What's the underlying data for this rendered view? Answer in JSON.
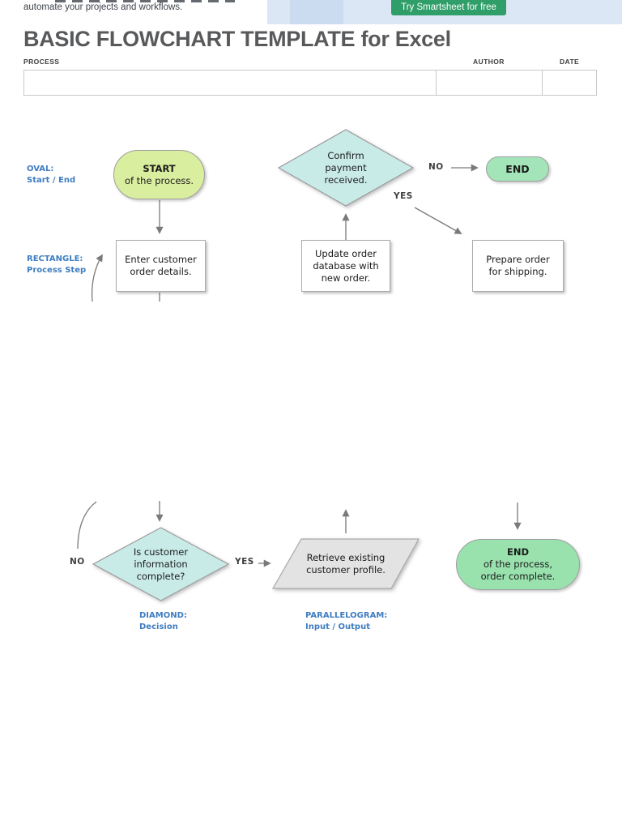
{
  "banner": {
    "tagline": "automate your projects and workflows.",
    "cta_label": "Try Smartsheet for free"
  },
  "page": {
    "title": "BASIC FLOWCHART TEMPLATE for Excel"
  },
  "meta_table": {
    "process_label": "PROCESS",
    "author_label": "AUTHOR",
    "date_label": "DATE",
    "process_value": "",
    "author_value": "",
    "date_value": ""
  },
  "legend": {
    "oval": {
      "l1": "OVAL:",
      "l2": "Start / End"
    },
    "rectangle": {
      "l1": "RECTANGLE:",
      "l2": "Process Step"
    },
    "diamond": {
      "l1": "DIAMOND:",
      "l2": "Decision"
    },
    "parallelogram": {
      "l1": "PARALLELOGRAM:",
      "l2": "Input / Output"
    }
  },
  "nodes": {
    "start": {
      "l1": "START",
      "l2": "of the process."
    },
    "enter_order": {
      "l1": "Enter customer",
      "l2": "order details."
    },
    "confirm_payment": {
      "l1": "Confirm",
      "l2": "payment",
      "l3": "received."
    },
    "end_top": {
      "l1": "END"
    },
    "update_db": {
      "l1": "Update order",
      "l2": "database with",
      "l3": "new order."
    },
    "prepare_order": {
      "l1": "Prepare order",
      "l2": "for shipping."
    },
    "info_complete": {
      "l1": "Is customer",
      "l2": "information",
      "l3": "complete?"
    },
    "retrieve_profile": {
      "l1": "Retrieve existing",
      "l2": "customer profile."
    },
    "end_bottom": {
      "l1": "END",
      "l2": "of the process,",
      "l3": "order complete."
    }
  },
  "edge_labels": {
    "no_top": "NO",
    "yes_top": "YES",
    "no_bottom": "NO",
    "yes_bottom": "YES"
  },
  "colors": {
    "accent_green": "#2F9E68",
    "oval_green": "#D9EE9E",
    "mint_green": "#A3E4B8",
    "mint_green_dark": "#99E2AE",
    "teal": "#C9EBE8",
    "gray_fill": "#E3E3E3",
    "label_blue": "#3E7DC1",
    "title_gray": "#58595B",
    "banner_blue": "#DCE7F6"
  }
}
